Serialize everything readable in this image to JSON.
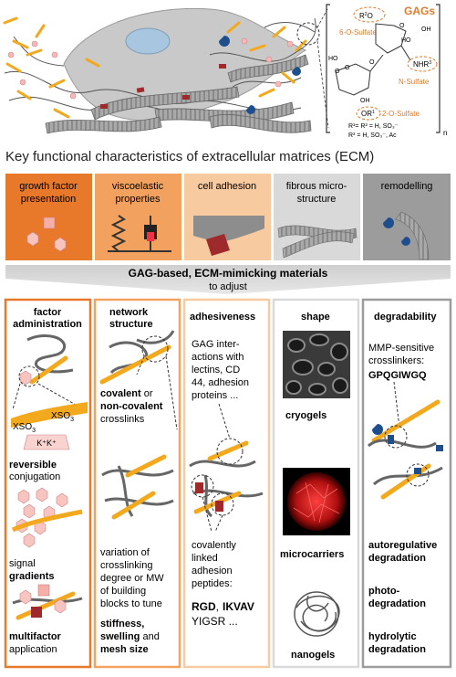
{
  "gag": {
    "title": "GAGs",
    "r2o": "R",
    "r2o_sup": "2",
    "r2o_tail": "O",
    "o6_sulfate": "6-O-Sulfate",
    "nhr3": "NHR",
    "nhr3_sup": "3",
    "n_sulfate": "N-Sulfate",
    "or1": "OR",
    "or1_sup": "1",
    "o2_sulfate": "2-O-Sulfate",
    "oh_a": "OH",
    "oh_b": "OH",
    "oh_c": "HO",
    "o_ring1": "O",
    "o_ring2": "O",
    "o_link": "O",
    "ho_acid": "HO",
    "o_acid": "O",
    "r_def1": "R¹= R² = H, SO₃⁻",
    "r_def2": "R³ = H, SO₃⁻, Ac",
    "n_sub": "n"
  },
  "heading": "Key functional characteristics of extracellular matrices (ECM)",
  "categories": [
    {
      "label": "growth factor presentation",
      "color": "#e8782a"
    },
    {
      "label": "viscoelastic properties",
      "color": "#f2a25e"
    },
    {
      "label": "cell adhesion",
      "color": "#f8caa0"
    },
    {
      "label": "fibrous micro-structure",
      "color": "#d9d9d9"
    },
    {
      "label": "remodelling",
      "color": "#9c9c9c"
    }
  ],
  "banner": {
    "main": "GAG-based, ECM-mimicking materials",
    "sub": "to adjust"
  },
  "col1": {
    "title1": "factor",
    "title2": "administration",
    "xso3_a": "XSO",
    "xso3_b": "XSO",
    "sub3": "3",
    "kk": "K⁺K⁺",
    "reversible": "reversible",
    "conjugation": "conjugation",
    "signal": "signal",
    "gradients": "gradients",
    "multifactor": "multifactor",
    "application": "application"
  },
  "col2": {
    "title1": "network",
    "title2": "structure",
    "covalent": "covalent",
    "or": " or",
    "noncovalent": "non-covalent",
    "crosslinks": "crosslinks",
    "var1": "variation of",
    "var2": "crosslinking",
    "var3": "degree or MW",
    "var4": "of building",
    "var5": "blocks to tune",
    "stiffness": "stiffness,",
    "swelling": "swelling",
    "and": " and",
    "mesh": "mesh size"
  },
  "col3": {
    "title": "adhesiveness",
    "gag1": "GAG inter-",
    "gag2": "actions with",
    "gag3": "lectins, CD",
    "gag4": "44, adhesion",
    "gag5": "proteins ...",
    "cov1": "covalently",
    "cov2": "linked",
    "cov3": "adhesion",
    "cov4": "peptides:",
    "rgd": "RGD",
    "ikvav": "IKVAV",
    "comma": ",",
    "yigsr": "YIGSR ..."
  },
  "col4": {
    "title": "shape",
    "cryogels": "cryogels",
    "microcarriers": "microcarriers",
    "nanogels": "nanogels"
  },
  "col5": {
    "title": "degradability",
    "mmp1": "MMP-sensitive",
    "mmp2": "crosslinkers:",
    "seq": "GPQGIWGQ",
    "auto1": "autoregulative",
    "auto2": "degradation",
    "photo1": "photo-",
    "photo2": "degradation",
    "hydro1": "hydrolytic",
    "hydro2": "degradation"
  }
}
